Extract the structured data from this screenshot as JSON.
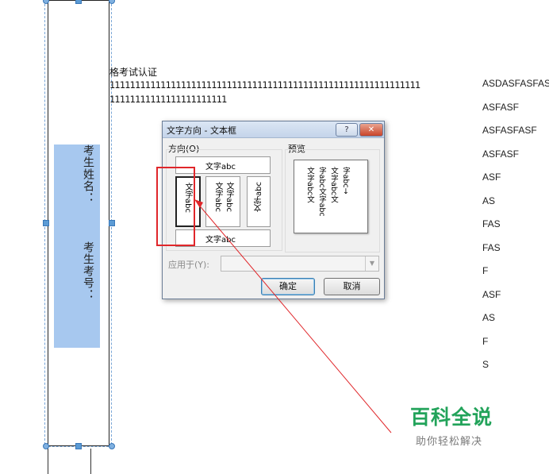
{
  "document": {
    "heading_fragment": "格考试认证",
    "line1": "1111111111111111111111111111111111111111111111111111111111111",
    "line2": "11111111111111111111111",
    "textbox_label_name": "考生姓名：",
    "textbox_label_id": "考生考号：",
    "right_column": [
      "ASDASFASFASF",
      "ASFASF",
      "ASFASFASF",
      "ASFASF",
      "ASF",
      "AS",
      "FAS",
      "FAS",
      "F",
      "ASF",
      "AS",
      "F",
      "S"
    ]
  },
  "dialog": {
    "title": "文字方向 - 文本框",
    "help_glyph": "?",
    "close_glyph": "✕",
    "direction_label": "方向(O)",
    "preview_label": "预览",
    "options": {
      "top_horizontal": "文字abc",
      "vertical_rotated": "文字abc",
      "vertical_stacked": "文字abc",
      "vertical_rotated_right": "文字abc",
      "bottom_horizontal": "文字abc"
    },
    "preview_columns": [
      "文字abc文",
      "字abc文字abc",
      "文字abc文",
      "字abc→"
    ],
    "apply_to_label": "应用于(Y):",
    "apply_to_value": "",
    "combo_arrow": "▼",
    "ok_label": "确定",
    "cancel_label": "取消"
  },
  "watermark": {
    "title": "百科全说",
    "subtitle": "助你轻松解决"
  },
  "colors": {
    "highlight": "#e0262a",
    "arrow": "#e0262a",
    "textbox_fill": "#a7c8ef",
    "watermark_green": "#22a35a"
  }
}
